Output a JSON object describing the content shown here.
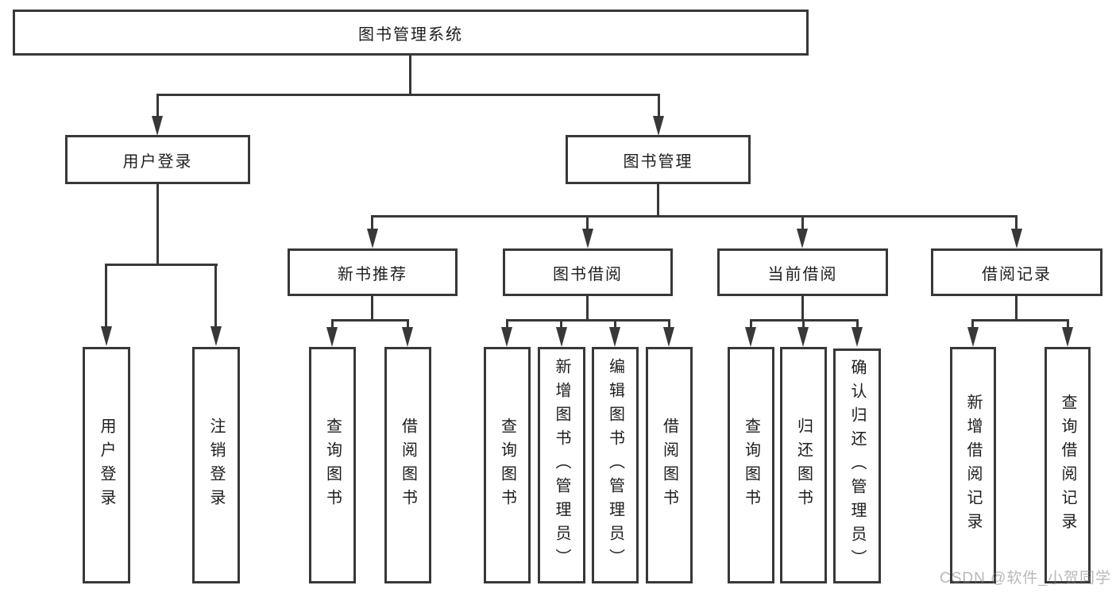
{
  "tree": {
    "root": "图书管理系统",
    "branches": [
      {
        "label": "用户登录",
        "children": [
          "用户登录",
          "注销登录"
        ]
      },
      {
        "label": "图书管理",
        "sections": [
          {
            "label": "新书推荐",
            "children": [
              "查询图书",
              "借阅图书"
            ]
          },
          {
            "label": "图书借阅",
            "children": [
              "查询图书",
              "新增图书（管理员）",
              "编辑图书（管理员）",
              "借阅图书"
            ]
          },
          {
            "label": "当前借阅",
            "children": [
              "查询图书",
              "归还图书",
              "确认归还（管理员）"
            ]
          },
          {
            "label": "借阅记录",
            "children": [
              "新增借阅记录",
              "查询借阅记录"
            ]
          }
        ]
      }
    ]
  },
  "watermark": "CSDN @软件_小贺同学",
  "colors": {
    "line": "#383838",
    "background": "#ffffff",
    "watermark": "#9e9e9e"
  }
}
